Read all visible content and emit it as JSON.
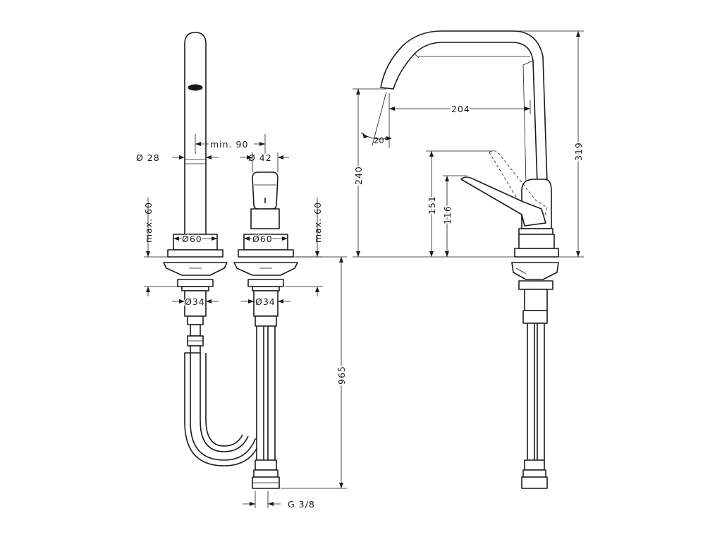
{
  "labels": {
    "spout_diameter": "Ø 28",
    "min_distance": "min. 90",
    "handle_diameter": "Ø 42",
    "max_thickness_left": "max. 60",
    "max_thickness_right": "max. 60",
    "base_diameter_left": "Ø60",
    "base_diameter_right": "Ø60",
    "hole_diameter_left": "Ø34",
    "hole_diameter_right": "Ø34",
    "total_length": "965",
    "thread_size": "G 3/8",
    "spout_reach": "204",
    "spout_angle": "20°",
    "spout_height": "240",
    "total_height": "319",
    "lever_height_max": "151",
    "lever_height": "116"
  }
}
